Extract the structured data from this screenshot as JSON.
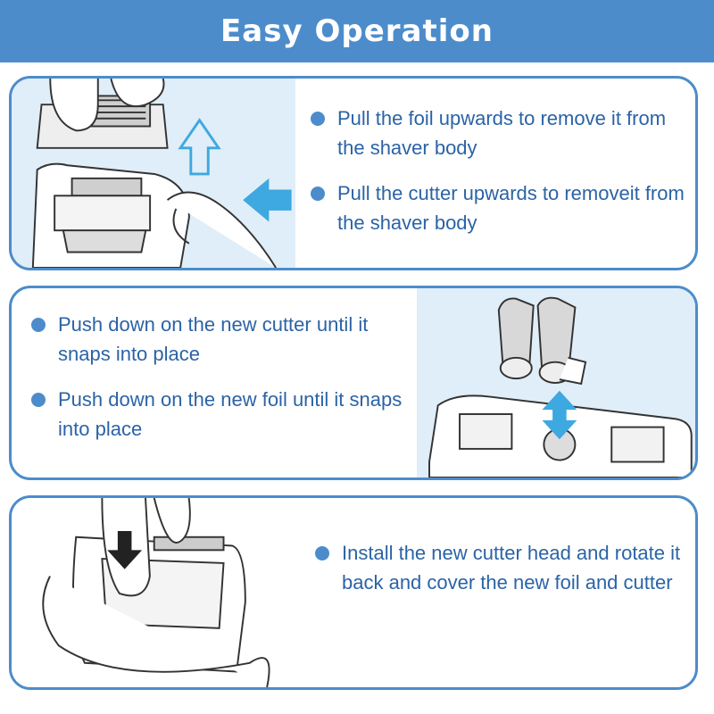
{
  "header": {
    "title": "Easy Operation"
  },
  "colors": {
    "accent": "#4d8ccb",
    "text": "#2b63a6",
    "illustration_bg": "#dfeef8"
  },
  "panels": [
    {
      "steps": [
        "Pull the foil upwards to remove it from the shaver body",
        "Pull the cutter upwards to removeit from the shaver body"
      ]
    },
    {
      "steps": [
        "Push down on the new cutter until it snaps into place",
        "Push down on the new foil until it snaps into place"
      ]
    },
    {
      "steps": [
        "Install the new cutter head and rotate it back and cover the new foil and cutter"
      ]
    }
  ]
}
